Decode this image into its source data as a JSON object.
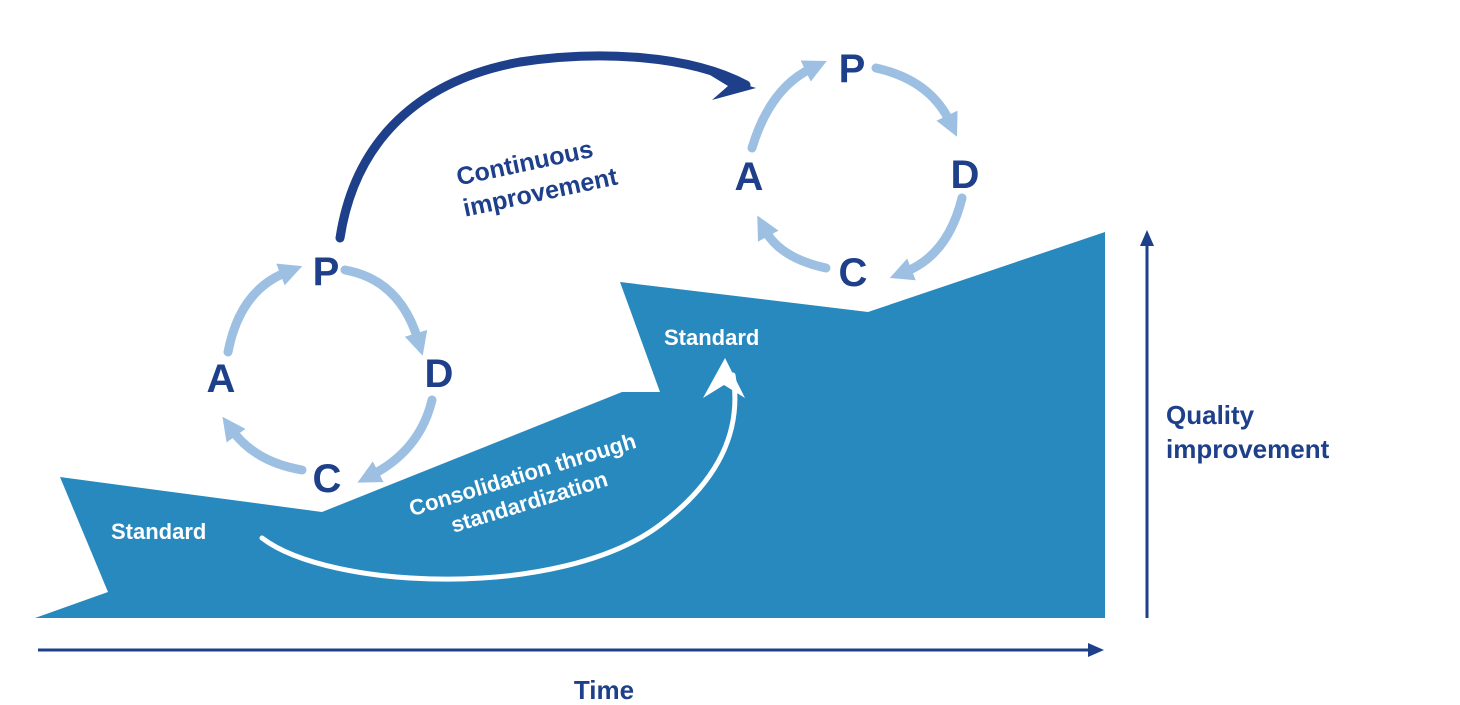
{
  "colors": {
    "fill": "#2889bf",
    "navy": "#1e3f8a",
    "light": "#9dc0e2",
    "white": "#ffffff"
  },
  "cycle_letters": {
    "plan": "P",
    "do": "D",
    "check": "C",
    "act": "A"
  },
  "labels": {
    "standard_low": "Standard",
    "standard_high": "Standard",
    "continuous_line1": "Continuous",
    "continuous_line2": "improvement",
    "consolidation_line1": "Consolidation through",
    "consolidation_line2": "standardization",
    "y_axis_line1": "Quality",
    "y_axis_line2": "improvement",
    "x_axis": "Time"
  }
}
